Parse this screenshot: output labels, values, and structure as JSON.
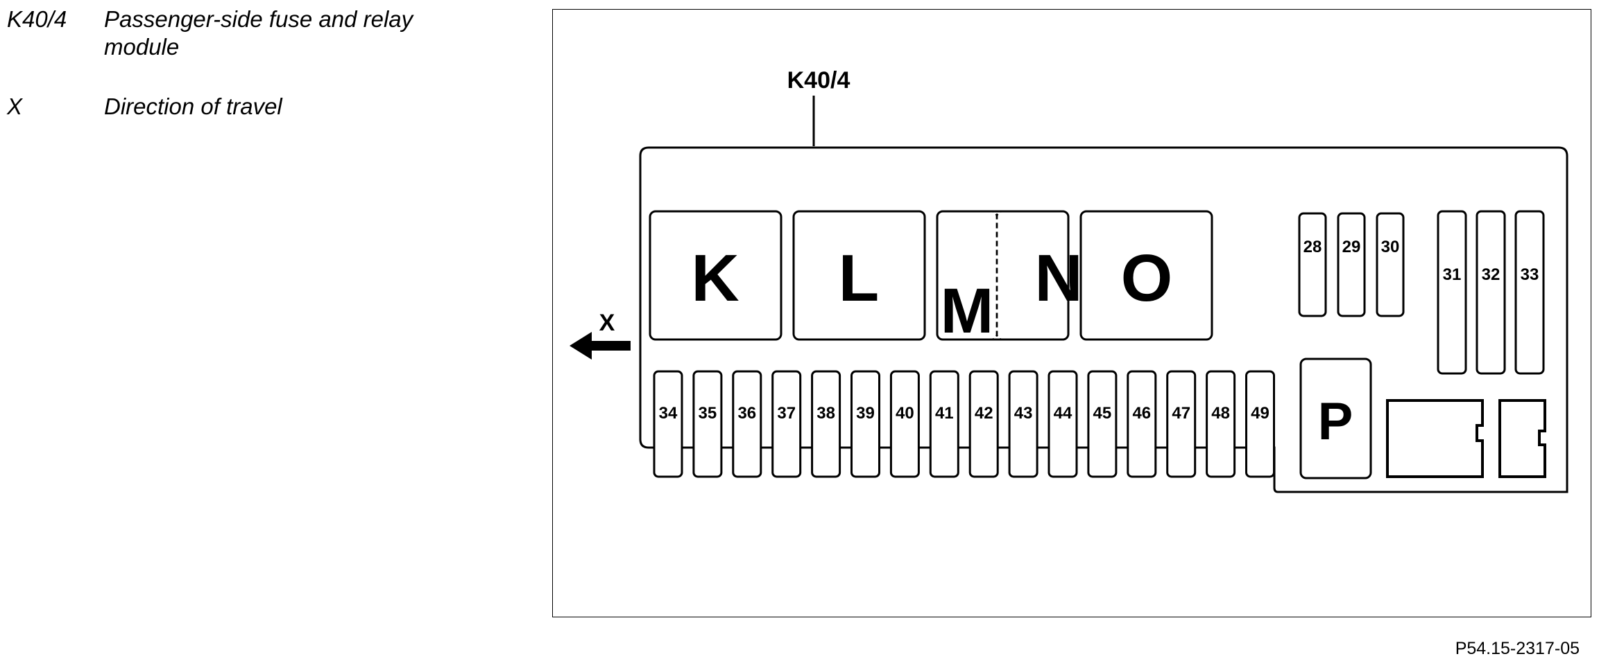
{
  "legend": [
    {
      "code": "K40/4",
      "description": "Passenger-side fuse and relay module"
    },
    {
      "code": "X",
      "description": "Direction of travel"
    }
  ],
  "diagram": {
    "module_label": "K40/4",
    "direction_label": "X",
    "relays_large": [
      "K",
      "L",
      "M",
      "N",
      "O"
    ],
    "relay_p": "P",
    "fuses_top_short": [
      "28",
      "29",
      "30"
    ],
    "fuses_top_tall": [
      "31",
      "32",
      "33"
    ],
    "fuses_bottom": [
      "34",
      "35",
      "36",
      "37",
      "38",
      "39",
      "40",
      "41",
      "42",
      "43",
      "44",
      "45",
      "46",
      "47",
      "48",
      "49"
    ]
  },
  "figure_reference": "P54.15-2317-05"
}
